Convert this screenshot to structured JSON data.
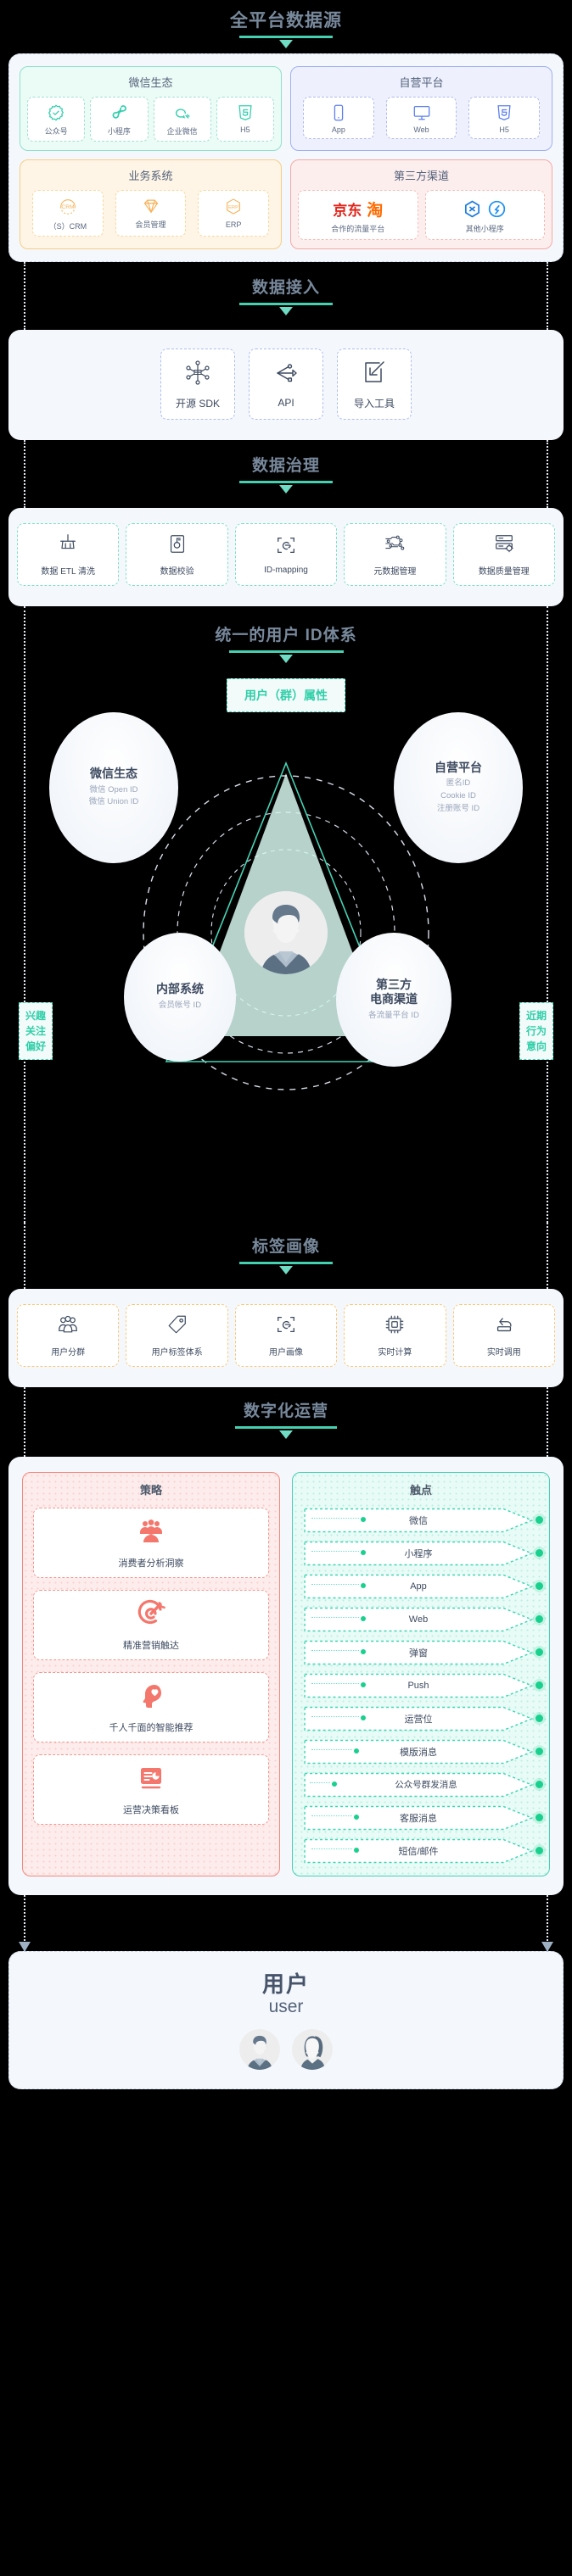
{
  "sections": {
    "data_source": {
      "title": "全平台数据源",
      "groups": [
        {
          "name": "微信生态",
          "theme": "wechat",
          "items": [
            {
              "label": "公众号",
              "icon": "badge-check-icon"
            },
            {
              "label": "小程序",
              "icon": "mini-program-icon"
            },
            {
              "label": "企业微信",
              "icon": "work-wechat-icon"
            },
            {
              "label": "H5",
              "icon": "html5-icon"
            }
          ]
        },
        {
          "name": "自营平台",
          "theme": "own",
          "items": [
            {
              "label": "App",
              "icon": "phone-icon"
            },
            {
              "label": "Web",
              "icon": "monitor-icon"
            },
            {
              "label": "H5",
              "icon": "html5-icon"
            }
          ]
        },
        {
          "name": "业务系统",
          "theme": "biz",
          "items": [
            {
              "label": "（S）CRM",
              "icon": "crm-icon"
            },
            {
              "label": "会员管理",
              "icon": "diamond-icon"
            },
            {
              "label": "ERP",
              "icon": "erp-icon"
            }
          ]
        },
        {
          "name": "第三方渠道",
          "theme": "third",
          "items": [
            {
              "label": "合作的流量平台",
              "icon": "jd-taobao-logo"
            },
            {
              "label": "其他小程序",
              "icon": "other-mini-program-logo"
            }
          ]
        }
      ]
    },
    "ingest": {
      "title": "数据接入",
      "cards": [
        {
          "label": "开源 SDK",
          "icon": "sdk-network-icon"
        },
        {
          "label": "API",
          "icon": "api-arrow-icon"
        },
        {
          "label": "导入工具",
          "icon": "import-tool-icon"
        }
      ]
    },
    "governance": {
      "title": "数据治理",
      "cards": [
        {
          "label": "数据 ETL 清洗",
          "icon": "broom-icon"
        },
        {
          "label": "数据校验",
          "icon": "verify-lock-icon"
        },
        {
          "label": "ID-mapping",
          "icon": "face-scan-icon"
        },
        {
          "label": "元数据管理",
          "icon": "circuit-icon"
        },
        {
          "label": "数据质量管理",
          "icon": "server-gear-icon"
        }
      ]
    },
    "id_system": {
      "title": "统一的用户 ID体系",
      "attribute_box": "用户（群）属性",
      "left_tag": "兴趣\n关注\n偏好",
      "left_tag_lines": [
        "兴趣",
        "关注",
        "偏好"
      ],
      "right_tag_lines": [
        "近期",
        "行为",
        "意向"
      ],
      "orbs": [
        {
          "title": "微信生态",
          "ids": [
            "微信 Open ID",
            "微信 Union ID"
          ]
        },
        {
          "title": "自营平台",
          "ids": [
            "匿名ID",
            "Cookie ID",
            "注册账号 ID"
          ]
        },
        {
          "title": "内部系统",
          "ids": [
            "会员帐号 ID"
          ]
        },
        {
          "title": "第三方\n电商渠道",
          "title_lines": [
            "第三方",
            "电商渠道"
          ],
          "ids": [
            "各流量平台 ID"
          ]
        }
      ]
    },
    "tags": {
      "title": "标签画像",
      "cards": [
        {
          "label": "用户分群",
          "icon": "users-group-icon"
        },
        {
          "label": "用户标签体系",
          "icon": "tag-icon"
        },
        {
          "label": "用户画像",
          "icon": "face-scan-icon"
        },
        {
          "label": "实时计算",
          "icon": "chip-icon"
        },
        {
          "label": "实时调用",
          "icon": "call-return-icon"
        }
      ]
    },
    "operation": {
      "title": "数字化运营",
      "strategy": {
        "title": "策略",
        "items": [
          {
            "label": "消费者分析洞察",
            "icon": "crowd-icon"
          },
          {
            "label": "精准营销触达",
            "icon": "target-icon"
          },
          {
            "label": "千人千面的智能推荐",
            "icon": "head-heart-icon"
          },
          {
            "label": "运营决策看板",
            "icon": "dashboard-icon"
          }
        ]
      },
      "touchpoints": {
        "title": "触点",
        "items": [
          {
            "label": "微信"
          },
          {
            "label": "小程序"
          },
          {
            "label": "App"
          },
          {
            "label": "Web"
          },
          {
            "label": "弹窗"
          },
          {
            "label": "Push"
          },
          {
            "label": "运营位"
          },
          {
            "label": "模版消息"
          },
          {
            "label": "公众号群发消息"
          },
          {
            "label": "客服消息"
          },
          {
            "label": "短信/邮件"
          }
        ]
      }
    },
    "footer": {
      "title_cn": "用户",
      "title_en": "user"
    }
  },
  "colors": {
    "accent_teal": "#35cfae",
    "accent_blue": "#4a8cf7",
    "accent_orange": "#fbb04a",
    "accent_red": "#f7867c",
    "title_gray": "#78899c",
    "panel_bg": "#f4f8fc",
    "page_bg": "#000000"
  }
}
